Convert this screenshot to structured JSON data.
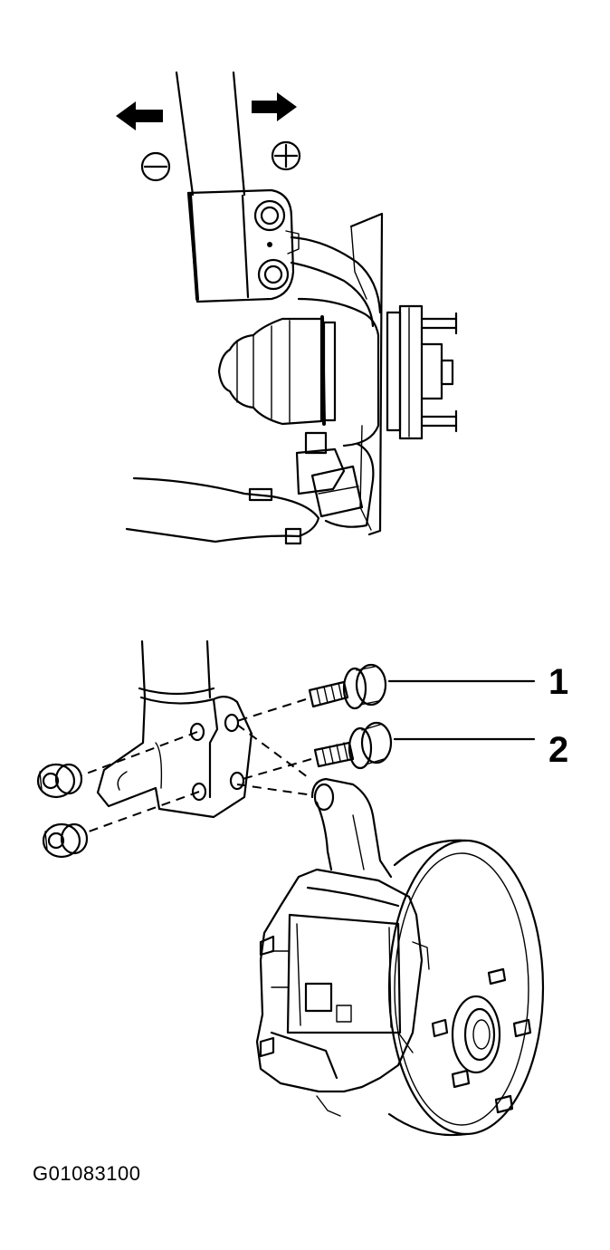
{
  "figure": {
    "code": "G01083100",
    "callouts": [
      {
        "number": "1",
        "part": "upper-bolt"
      },
      {
        "number": "2",
        "part": "lower-bolt"
      }
    ],
    "direction_signs": {
      "left": "⊖",
      "right": "⊕"
    }
  }
}
